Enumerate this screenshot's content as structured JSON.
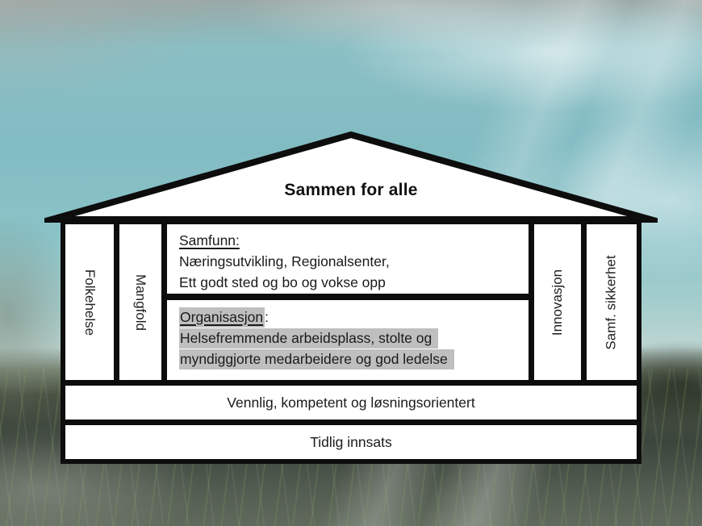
{
  "background": {
    "sky_color": "#84bdc3",
    "cloud_color": "#ffffff",
    "grass_color": "#424b3f",
    "description": "photo of teal sky with clouds above dark grass"
  },
  "house": {
    "roof": {
      "title": "Sammen for alle"
    },
    "pillars": [
      {
        "id": "folkehelse",
        "label": "Folkehelse",
        "side": "left"
      },
      {
        "id": "mangfold",
        "label": "Mangfold",
        "side": "left"
      },
      {
        "id": "innovasjon",
        "label": "Innovasjon",
        "side": "right"
      },
      {
        "id": "samf-sikkerhet",
        "label": "Samf. sikkerhet",
        "side": "right"
      }
    ],
    "center": {
      "samfunn": {
        "heading": "Samfunn:",
        "line1": "Næringsutvikling, Regionalsenter,",
        "line2": "Ett godt sted og bo og vokse opp"
      },
      "organisasjon": {
        "heading": "Organisasjon",
        "colon": ":",
        "line1": "Helsefremmende arbeidsplass, stolte og",
        "line2": "myndiggjorte medarbeidere og god ledelse",
        "highlight_color": "#bfbfbf"
      }
    },
    "bars": [
      {
        "id": "values",
        "label": "Vennlig, kompetent og løsningsorientert"
      },
      {
        "id": "strategy",
        "label": "Tidlig innsats"
      }
    ]
  },
  "line_color": "#0d0d0d"
}
